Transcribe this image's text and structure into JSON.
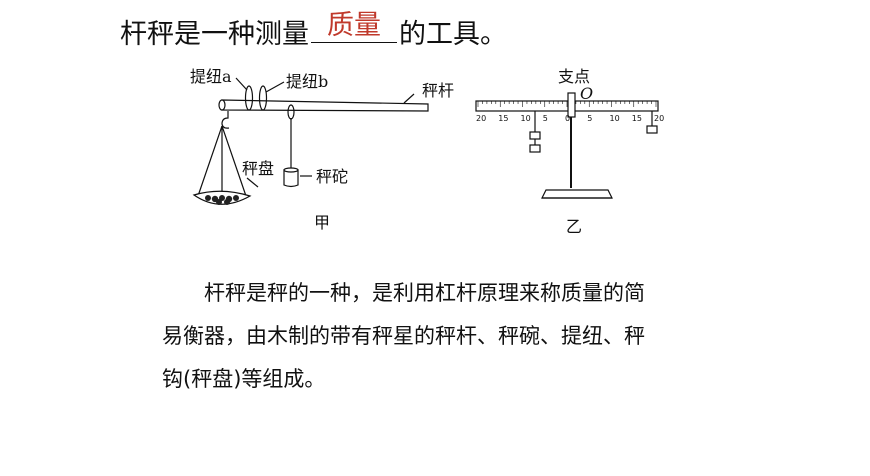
{
  "question": {
    "prefix": "杆秤是一种测量",
    "answer": "质量",
    "suffix": "的工具。"
  },
  "figure_a": {
    "labels": {
      "loop_a": "提纽a",
      "loop_b": "提纽b",
      "beam": "秤杆",
      "pan": "秤盘",
      "weight": "秤砣"
    },
    "caption": "甲"
  },
  "figure_b": {
    "labels": {
      "pivot": "支点",
      "origin": "O"
    },
    "ticks": [
      "20",
      "15",
      "10",
      "5",
      "0",
      "5",
      "10",
      "15",
      "20"
    ],
    "caption": "乙"
  },
  "paragraph": "杆秤是秤的一种，是利用杠杆原理来称质量的简易衡器，由木制的带有秤星的秤杆、秤碗、提纽、秤钩(秤盘)等组成。"
}
